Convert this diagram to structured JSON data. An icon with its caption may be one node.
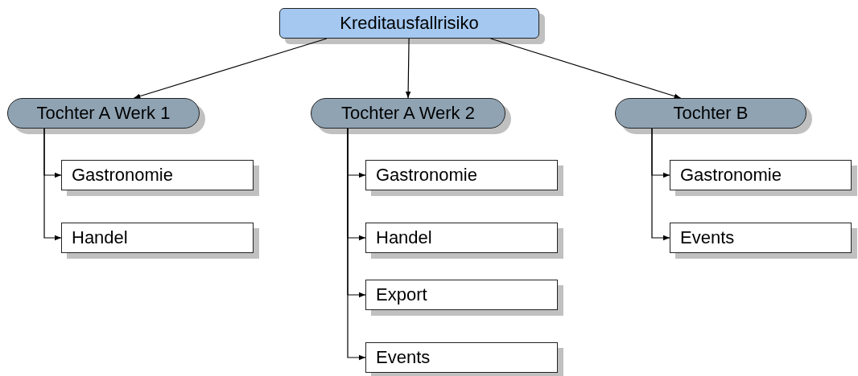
{
  "diagram": {
    "nodes": [
      {
        "text": [
          "Kreditausfallrisiko"
        ]
      },
      {
        "text": [
          "Tochter A Werk 1"
        ]
      },
      {
        "text": [
          "Gastronomie"
        ]
      },
      {
        "text": [
          "Handel"
        ]
      },
      {
        "text": [
          "Tochter A Werk 2"
        ]
      },
      {
        "text": [
          "Gastronomie"
        ]
      },
      {
        "text": [
          "Handel"
        ]
      },
      {
        "text": [
          "Export"
        ]
      },
      {
        "text": [
          "Events"
        ]
      },
      {
        "text": [
          "Tochter B"
        ]
      },
      {
        "text": [
          "Gastronomie"
        ]
      },
      {
        "text": [
          "Events"
        ]
      }
    ],
    "edges": [
      {
        "from": 0,
        "to": 1,
        "arrow": "to"
      },
      {
        "from": 0,
        "to": 4,
        "arrow": "to"
      },
      {
        "from": 0,
        "to": 9,
        "arrow": "to"
      },
      {
        "from": 1,
        "to": 2,
        "arrow": "to"
      },
      {
        "from": 1,
        "to": 3,
        "arrow": "to"
      },
      {
        "from": 4,
        "to": 5,
        "arrow": "to"
      },
      {
        "from": 4,
        "to": 6,
        "arrow": "to"
      },
      {
        "from": 4,
        "to": 7,
        "arrow": "to"
      },
      {
        "from": 4,
        "to": 8,
        "arrow": "to"
      },
      {
        "from": 9,
        "to": 10,
        "arrow": "to"
      },
      {
        "from": 9,
        "to": 11,
        "arrow": "to"
      }
    ]
  }
}
